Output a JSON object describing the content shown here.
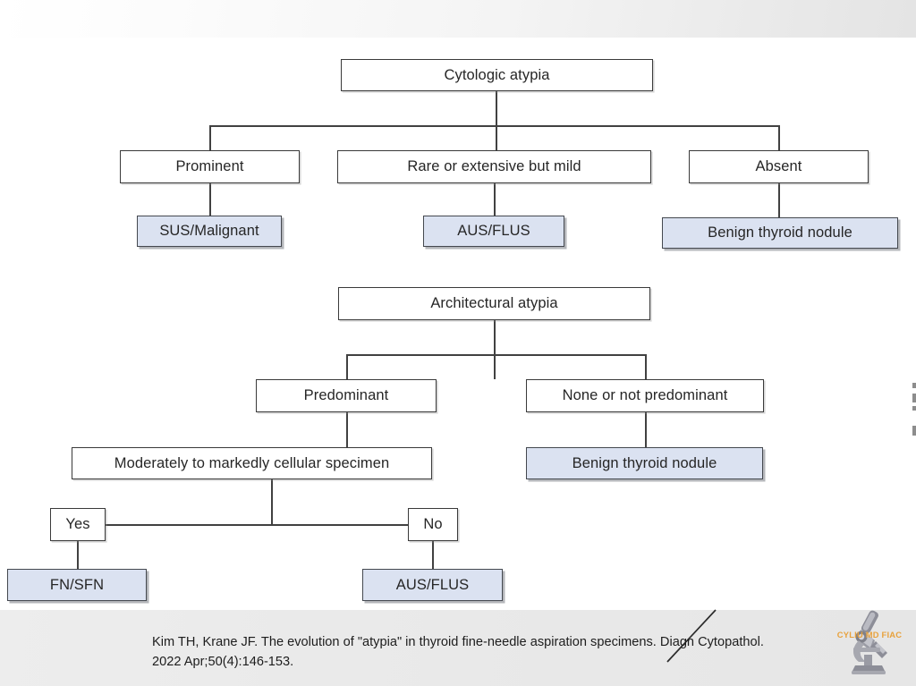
{
  "slide": {
    "background": "#ffffff",
    "accent_blue": "#dbe2f1",
    "line_color": "#414141",
    "logo_text_color": "#e8a13c"
  },
  "diagram_cytologic": {
    "root": {
      "label": "Cytologic atypia"
    },
    "branches": [
      {
        "condition": "Prominent",
        "outcome": "SUS/Malignant"
      },
      {
        "condition": "Rare or extensive but mild",
        "outcome": "AUS/FLUS"
      },
      {
        "condition": "Absent",
        "outcome": "Benign thyroid nodule"
      }
    ]
  },
  "diagram_architectural": {
    "root": {
      "label": "Architectural atypia"
    },
    "branch_left": {
      "condition": "Predominant",
      "question": "Moderately to markedly cellular specimen",
      "answers": [
        {
          "label": "Yes",
          "outcome": "FN/SFN"
        },
        {
          "label": "No",
          "outcome": "AUS/FLUS"
        }
      ]
    },
    "branch_right": {
      "condition": "None or not predominant",
      "outcome": "Benign thyroid nodule"
    }
  },
  "footer": {
    "citation_line1": "Kim TH, Krane JF. The evolution of \"atypia\" in thyroid fine-needle aspiration specimens. Diagn Cytopathol.",
    "citation_line2": "2022 Apr;50(4):146-153.",
    "logo_label": "CYLIU MD FIAC",
    "logo_icon": "microscope-icon"
  }
}
